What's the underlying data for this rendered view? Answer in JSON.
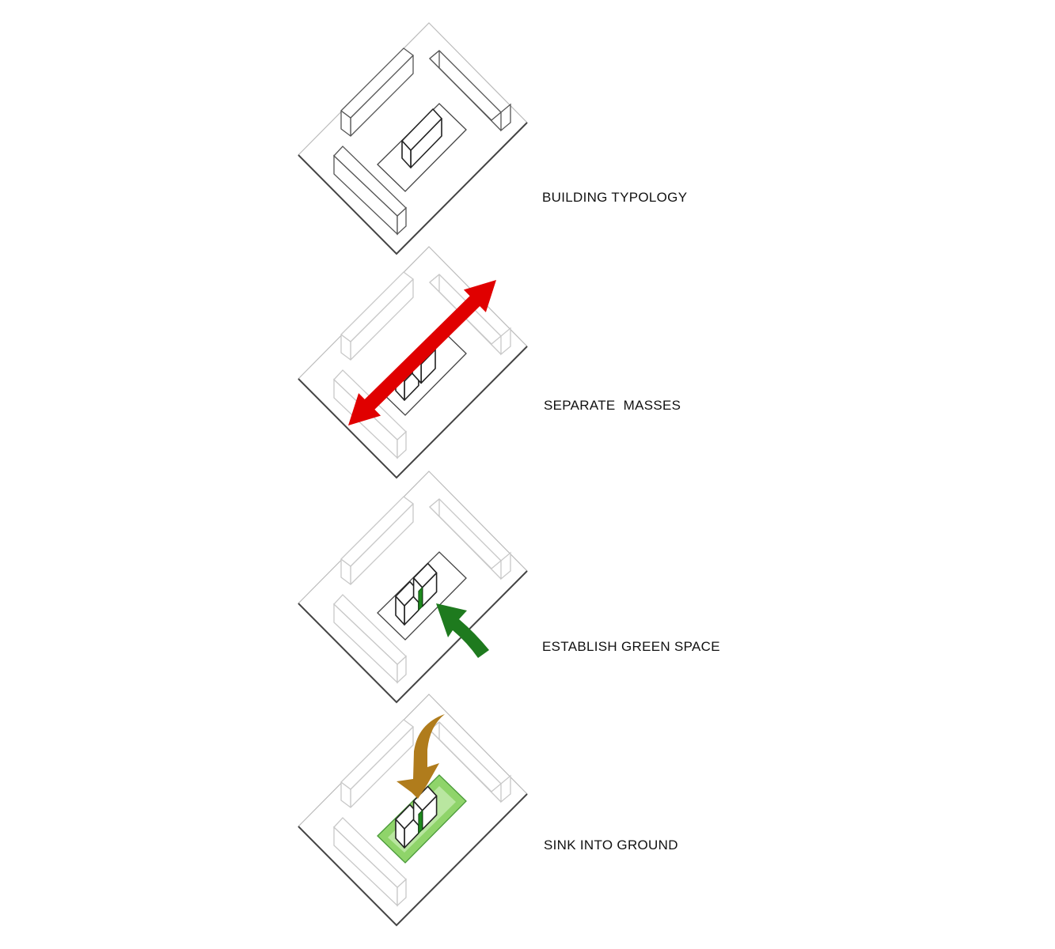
{
  "steps": [
    {
      "label": "BUILDING TYPOLOGY"
    },
    {
      "label": "SEPARATE  MASSES"
    },
    {
      "label": "ESTABLISH GREEN SPACE"
    },
    {
      "label": "SINK INTO GROUND"
    }
  ],
  "colors": {
    "outline": "#333333",
    "faded": "#c8c8c8",
    "red_arrow": "#e00000",
    "green_arrow": "#1e7a1e",
    "gold_arrow": "#b07c1c",
    "green_plaza": "#8fd46a"
  }
}
